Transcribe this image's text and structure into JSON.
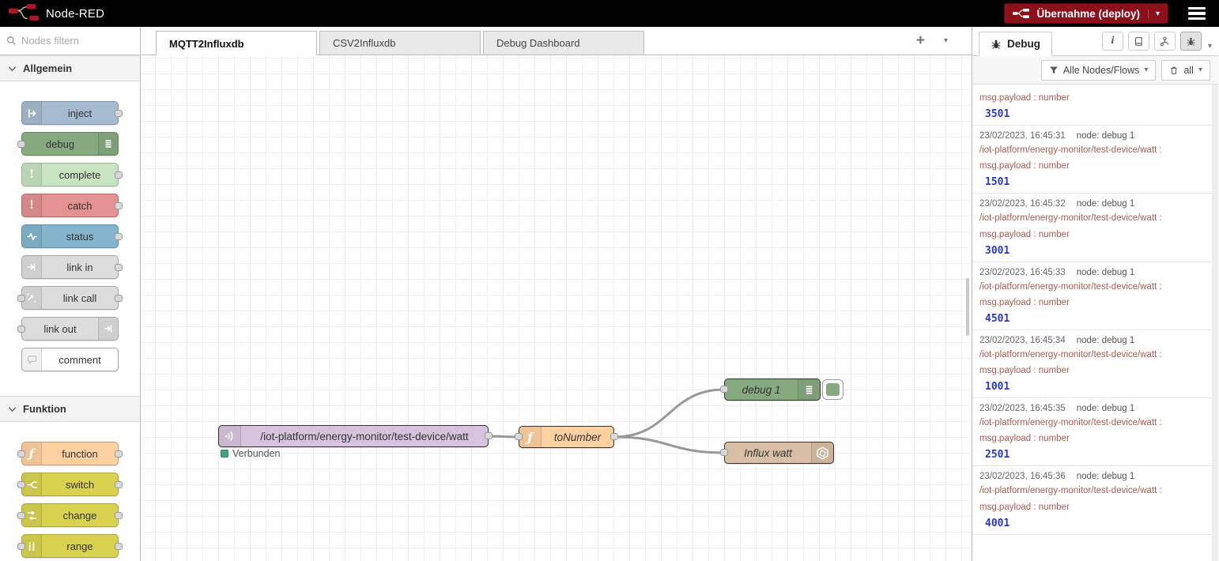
{
  "header": {
    "app_name": "Node-RED",
    "deploy_label": "Übernahme (deploy)"
  },
  "palette": {
    "search_placeholder": "Nodes filtern",
    "sections": [
      {
        "label": "Allgemein",
        "items": [
          {
            "label": "inject",
            "icon": "inject-arrow-icon"
          },
          {
            "label": "debug",
            "icon": "debug-lines-icon"
          },
          {
            "label": "complete",
            "icon": "exclamation-icon"
          },
          {
            "label": "catch",
            "icon": "exclamation-icon"
          },
          {
            "label": "status",
            "icon": "status-pulse-icon"
          },
          {
            "label": "link in",
            "icon": "link-arrow-icon"
          },
          {
            "label": "link call",
            "icon": "link-arrow-icon"
          },
          {
            "label": "link out",
            "icon": "link-arrow-icon"
          },
          {
            "label": "comment",
            "icon": "comment-bubble-icon"
          }
        ]
      },
      {
        "label": "Funktion",
        "items": [
          {
            "label": "function",
            "icon": "function-f-icon"
          },
          {
            "label": "switch",
            "icon": "switch-fork-icon"
          },
          {
            "label": "change",
            "icon": "change-swap-icon"
          },
          {
            "label": "range",
            "icon": "range-bars-icon"
          }
        ]
      }
    ]
  },
  "workspace": {
    "tabs": [
      {
        "label": "MQTT2Influxdb",
        "active": true
      },
      {
        "label": "CSV2Influxdb",
        "active": false
      },
      {
        "label": "Debug Dashboard",
        "active": false
      }
    ],
    "flow": {
      "nodes": [
        {
          "label": "/iot-platform/energy-monitor/test-device/watt",
          "type": "mqtt in",
          "icon": "mqtt-broadcast-icon",
          "status": "Verbunden"
        },
        {
          "label": "toNumber",
          "type": "function",
          "icon": "function-f-icon"
        },
        {
          "label": "debug 1",
          "type": "debug",
          "icon": "debug-lines-icon"
        },
        {
          "label": "Influx watt",
          "type": "influxdb out",
          "icon": "influxdb-hexagon-icon"
        }
      ]
    }
  },
  "sidebar": {
    "tab_label": "Debug",
    "filter_label": "Alle Nodes/Flows",
    "clear_label": "all",
    "messages": [
      {
        "property": "msg.payload : number",
        "value": "3501"
      },
      {
        "time": "23/02/2023, 16:45:31",
        "source": "node: debug 1",
        "topic": "/iot-platform/energy-monitor/test-device/watt :",
        "property": "msg.payload : number",
        "value": "1501"
      },
      {
        "time": "23/02/2023, 16:45:32",
        "source": "node: debug 1",
        "topic": "/iot-platform/energy-monitor/test-device/watt :",
        "property": "msg.payload : number",
        "value": "3001"
      },
      {
        "time": "23/02/2023, 16:45:33",
        "source": "node: debug 1",
        "topic": "/iot-platform/energy-monitor/test-device/watt :",
        "property": "msg.payload : number",
        "value": "4501"
      },
      {
        "time": "23/02/2023, 16:45:34",
        "source": "node: debug 1",
        "topic": "/iot-platform/energy-monitor/test-device/watt :",
        "property": "msg.payload : number",
        "value": "1001"
      },
      {
        "time": "23/02/2023, 16:45:35",
        "source": "node: debug 1",
        "topic": "/iot-platform/energy-monitor/test-device/watt :",
        "property": "msg.payload : number",
        "value": "2501"
      },
      {
        "time": "23/02/2023, 16:45:36",
        "source": "node: debug 1",
        "topic": "/iot-platform/energy-monitor/test-device/watt :",
        "property": "msg.payload : number",
        "value": "4001"
      }
    ]
  },
  "colors": {
    "header_bg": "#000000",
    "deploy_red": "#8C101C",
    "node_red_brand": "#AD1625",
    "inject": "#a6bbcf",
    "debug": "#87a980",
    "complete": "#c7e3c0",
    "catch": "#e49191",
    "status": "#84b5cc",
    "link": "#dcdcdc",
    "function": "#fdd0a2",
    "switch_change_range": "#d8d250",
    "mqtt": "#d8c3de",
    "influxdb": "#d9bfa6",
    "wire": "#999999",
    "debug_topic_text": "#ad5a51",
    "debug_value_text": "#2836cc",
    "status_connected_green": "#43a47f"
  }
}
